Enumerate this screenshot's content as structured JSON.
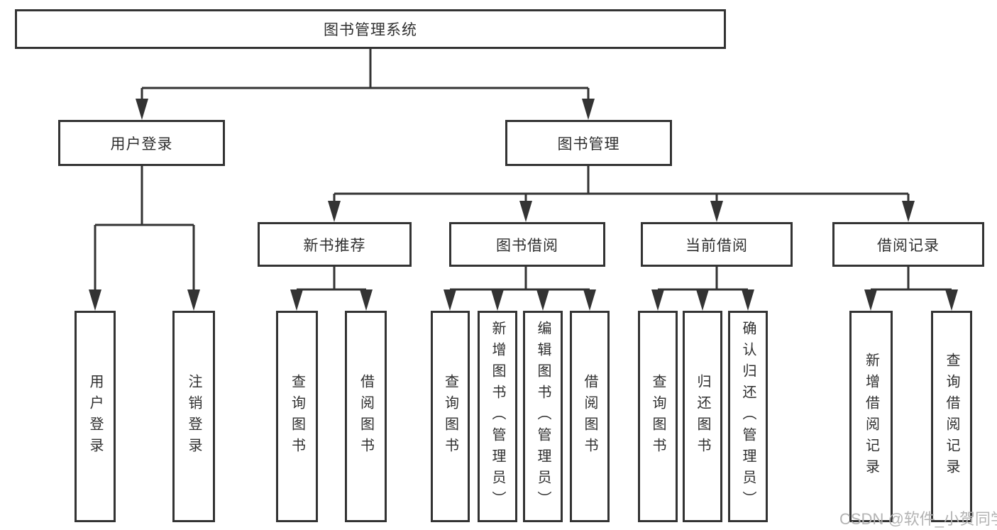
{
  "nodes": {
    "root": {
      "label": "图书管理系统",
      "children": [
        {
          "label": "用户登录",
          "children": [
            {
              "label": "用户登录"
            },
            {
              "label": "注销登录"
            }
          ]
        },
        {
          "label": "图书管理",
          "children": [
            {
              "label": "新书推荐",
              "children": [
                {
                  "label": "查询图书"
                },
                {
                  "label": "借阅图书"
                }
              ]
            },
            {
              "label": "图书借阅",
              "children": [
                {
                  "label": "查询图书"
                },
                {
                  "label": "新增图书（管理员）"
                },
                {
                  "label": "编辑图书（管理员）"
                },
                {
                  "label": "借阅图书"
                }
              ]
            },
            {
              "label": "当前借阅",
              "children": [
                {
                  "label": "查询图书"
                },
                {
                  "label": "归还图书"
                },
                {
                  "label": "确认归还（管理员）"
                }
              ]
            },
            {
              "label": "借阅记录",
              "children": [
                {
                  "label": "新增借阅记录"
                },
                {
                  "label": "查询借阅记录"
                }
              ]
            }
          ]
        }
      ]
    }
  },
  "watermark": {
    "text": "CSDN @软件_小贺同学"
  },
  "colors": {
    "line": "#333333",
    "text": "#2f2f2f",
    "box_background": "#ffffff",
    "page_background": "#ffffff",
    "watermark": "#b3b3b3"
  }
}
